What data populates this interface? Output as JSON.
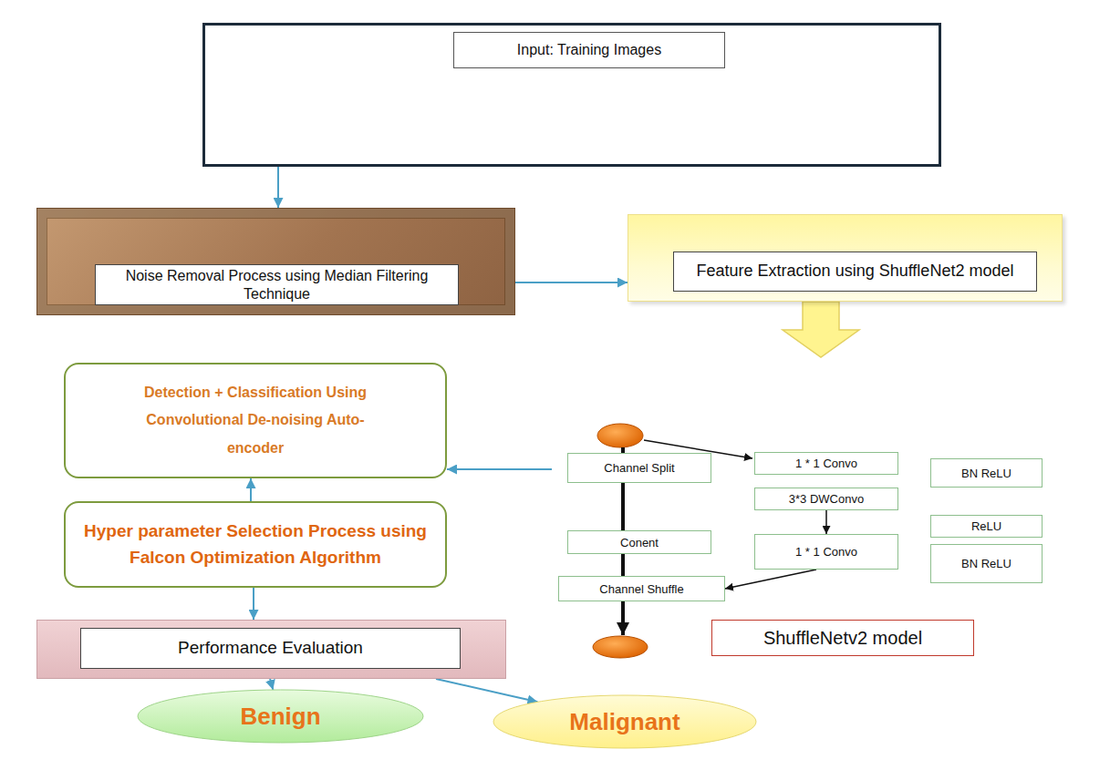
{
  "diagram": {
    "nodes": [
      {
        "text": [
          "Input: Training Images"
        ]
      },
      {
        "text": [
          "Noise Removal Process using Median Filtering Technique"
        ]
      },
      {
        "text": [
          "Feature Extraction using ShuffleNet2 model"
        ]
      },
      {
        "text": [
          "ShuffleNetv2 model"
        ]
      },
      {
        "text": [
          "Channel Split"
        ],
        "in": 3
      },
      {
        "text": [
          "1 * 1 Convo"
        ],
        "in": 3
      },
      {
        "text": [
          "BN ReLU"
        ],
        "in": 3
      },
      {
        "text": [
          "3*3 DWConvo"
        ],
        "in": 3
      },
      {
        "text": [
          "ReLU"
        ],
        "in": 3
      },
      {
        "text": [
          "Conent"
        ],
        "in": 3
      },
      {
        "text": [
          "1 * 1 Convo"
        ],
        "in": 3
      },
      {
        "text": [
          "BN ReLU"
        ],
        "in": 3
      },
      {
        "text": [
          "Channel Shuffle"
        ],
        "in": 3
      },
      {
        "text": [
          "Detection + Classification Using Convolutional De-noising Auto-encoder"
        ]
      },
      {
        "text": [
          "Hyper parameter Selection Process using Falcon Optimization Algorithm"
        ]
      },
      {
        "text": [
          "Performance Evaluation"
        ]
      },
      {
        "text": [
          "Benign"
        ]
      },
      {
        "text": [
          "Malignant"
        ]
      }
    ],
    "edges": [
      {
        "from": 0,
        "to": 1,
        "arrow": "to"
      },
      {
        "from": 1,
        "to": 2,
        "arrow": "to"
      },
      {
        "from": 2,
        "to": 3,
        "arrow": "to"
      },
      {
        "from": 4,
        "to": 9,
        "arrow": "none"
      },
      {
        "from": 9,
        "to": 12,
        "arrow": "none"
      },
      {
        "from": 7,
        "to": 10,
        "arrow": "to"
      },
      {
        "from": 10,
        "to": 12,
        "arrow": "to"
      },
      {
        "from": 3,
        "to": 13,
        "arrow": "to"
      },
      {
        "from": 14,
        "to": 13,
        "arrow": "to"
      },
      {
        "from": 14,
        "to": 15,
        "arrow": "to"
      },
      {
        "from": 15,
        "to": 16,
        "arrow": "to"
      },
      {
        "from": 15,
        "to": 17,
        "arrow": "to"
      }
    ]
  }
}
